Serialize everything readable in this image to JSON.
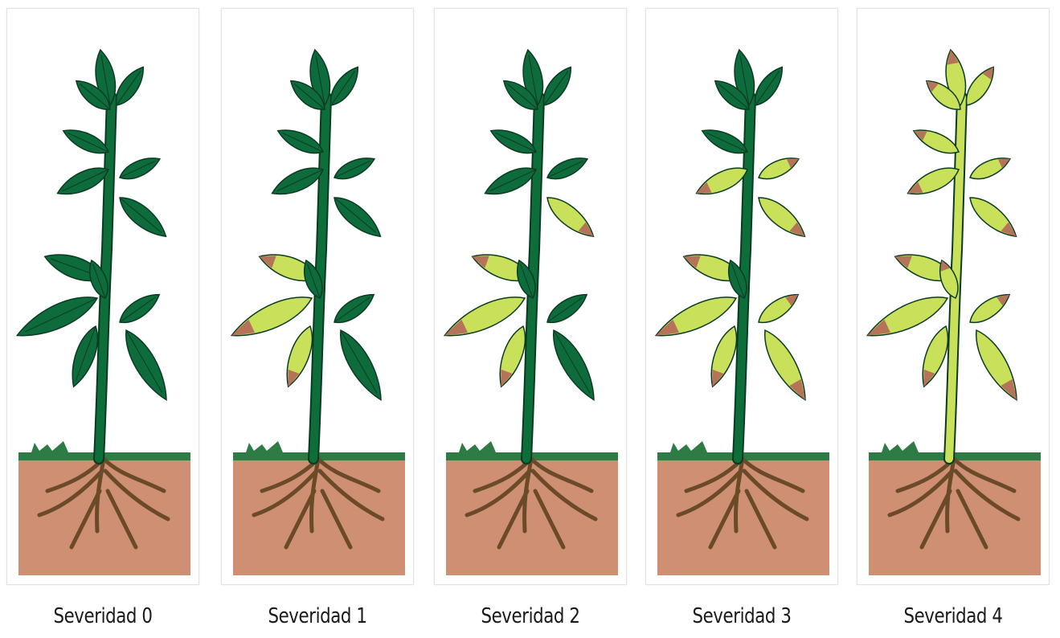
{
  "figure": {
    "panels": [
      {
        "label": "Severidad 0",
        "severity": 0
      },
      {
        "label": "Severidad 1",
        "severity": 1
      },
      {
        "label": "Severidad 2",
        "severity": 2
      },
      {
        "label": "Severidad 3",
        "severity": 3
      },
      {
        "label": "Severidad 4",
        "severity": 4
      }
    ],
    "colors": {
      "healthy_leaf": "#0d6b3c",
      "stem": "#0e6e3a",
      "wilted_leaf": "#c8e05a",
      "wilted_tip": "#b5745a",
      "soil": "#cf8f72",
      "grass": "#2e7b45",
      "root": "#6b4a2a"
    }
  }
}
